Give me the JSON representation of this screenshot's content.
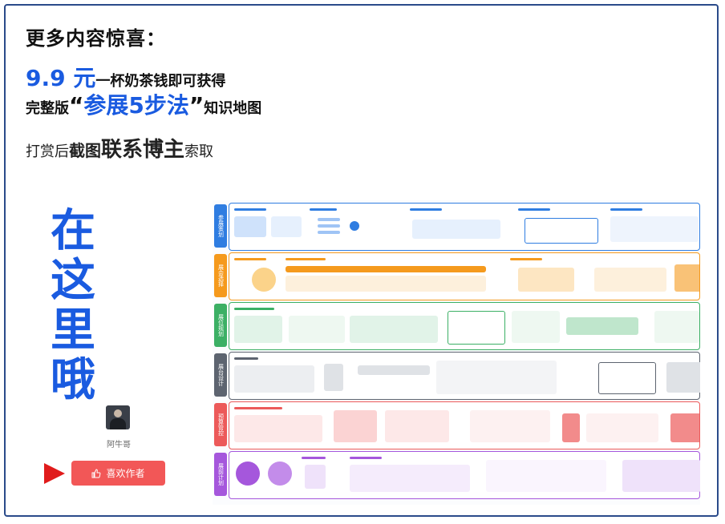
{
  "promo": {
    "heading": "更多内容惊喜：",
    "price": "9.9 元",
    "price_suffix": "一杯奶茶钱即可获得",
    "line3_prefix": "完整版",
    "quote_open": "“",
    "product": "参展5步法",
    "quote_close": "”",
    "line3_suffix": "知识地图",
    "line4_a": "打赏后",
    "line4_b": "截图",
    "line4_c": "联系博主",
    "line4_d": "索取"
  },
  "side": {
    "vertical_chars": [
      "在",
      "这",
      "里",
      "哦"
    ],
    "author_name": "阿牛哥",
    "like_label": "喜欢作者"
  },
  "mindmap": {
    "bands": [
      {
        "label": "参展策划",
        "color": "#2f7de1"
      },
      {
        "label": "展会选择",
        "color": "#f59a1d"
      },
      {
        "label": "展位规划",
        "color": "#3cb065"
      },
      {
        "label": "展台设计",
        "color": "#5d6470"
      },
      {
        "label": "预算管控",
        "color": "#ec5a5a"
      },
      {
        "label": "展前计划",
        "color": "#a557dc"
      }
    ]
  },
  "colors": {
    "accent_blue": "#1a5be0",
    "like_button": "#f25757",
    "arrow": "#e01b1b",
    "frame": "#2a4a8a"
  },
  "icons": {
    "like": "thumbs-up-icon",
    "pointer": "play-arrow-icon"
  }
}
